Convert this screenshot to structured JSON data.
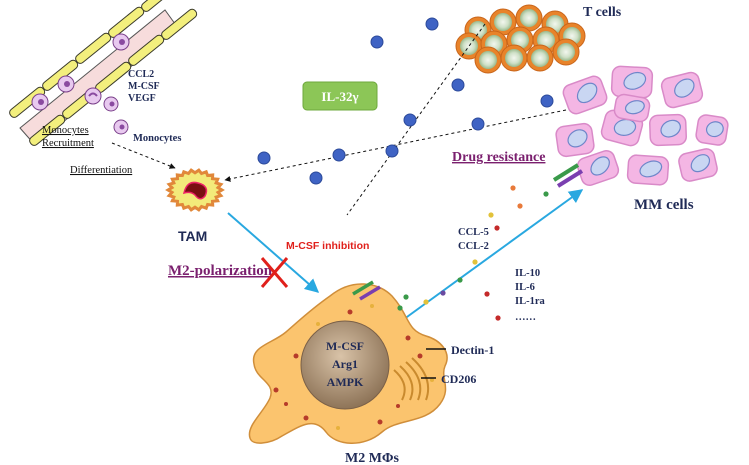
{
  "labels": {
    "t_cells": "T cells",
    "il32": "IL-32γ",
    "monocyte_signals": [
      "CCL2",
      "M-CSF",
      "VEGF"
    ],
    "monocytes": "Monocytes",
    "monocytes_recruitment_1": "Monocytes",
    "monocytes_recruitment_2": "Recruitment",
    "differentiation": "Differentiation",
    "tam": "TAM",
    "m2_polarization": "M2-polarization",
    "mcsf_inhibition": "M-CSF inhibition",
    "drug_resistance": "Drug resistance",
    "mm_cells": "MM cells",
    "chemokines": [
      "CCL-5",
      "CCL-2"
    ],
    "cytokines": [
      "IL-10",
      "IL-6",
      "IL-1ra",
      "……"
    ],
    "nucleus_markers": [
      "M-CSF",
      "Arg1",
      "AMPK"
    ],
    "dectin": "Dectin-1",
    "cd206": "CD206",
    "m2_macrophages": "M2 MΦs"
  },
  "colors": {
    "navy_text": "#1f2a56",
    "purple_text": "#7a1f6e",
    "red_text": "#e0201b",
    "cyan_arrow": "#29a8e0",
    "il32_box": "#8cc657",
    "blue_dot": "#3f63c4",
    "macrophage_fill": "#fbc46e",
    "mm_cell_fill": "#f4b6e4"
  }
}
